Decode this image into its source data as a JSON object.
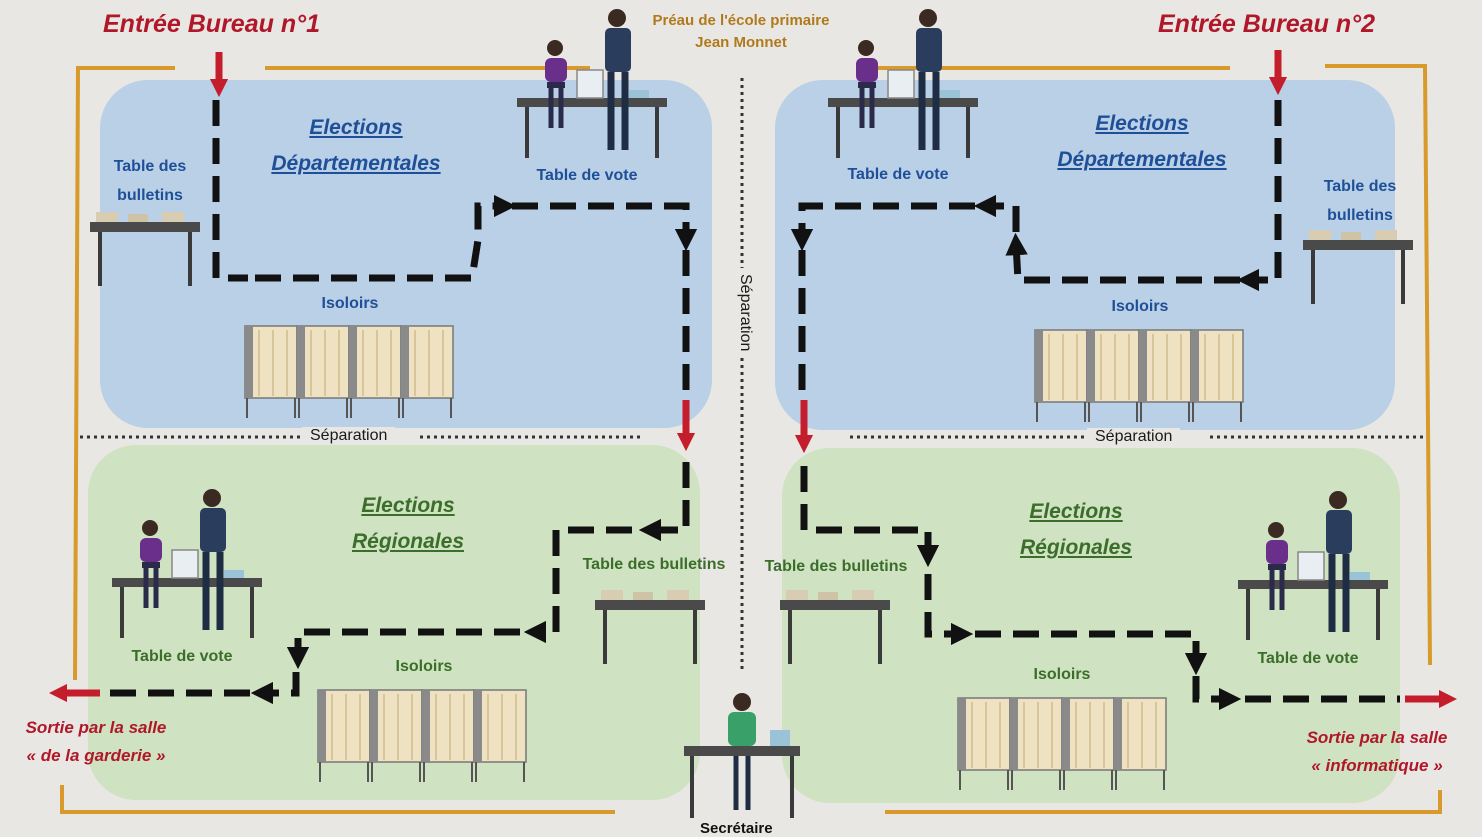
{
  "header": {
    "line1": "Préau de l'école primaire",
    "line2": "Jean Monnet"
  },
  "entries": {
    "bureau1": "Entrée Bureau n°1",
    "bureau2": "Entrée Bureau n°2"
  },
  "bureau1": {
    "departementales": {
      "title_line1": "Elections",
      "title_line2": "Départementales",
      "ballot_table_line1": "Table des",
      "ballot_table_line2": "bulletins",
      "vote_table": "Table de vote",
      "booths": "Isoloirs"
    },
    "regionales": {
      "title_line1": "Elections",
      "title_line2": "Régionales",
      "ballot_table": "Table des bulletins",
      "vote_table": "Table de vote",
      "booths": "Isoloirs"
    },
    "exit_line1": "Sortie par la salle",
    "exit_line2": "« de la garderie »"
  },
  "bureau2": {
    "departementales": {
      "title_line1": "Elections",
      "title_line2": "Départementales",
      "ballot_table_line1": "Table des",
      "ballot_table_line2": "bulletins",
      "vote_table": "Table de vote",
      "booths": "Isoloirs"
    },
    "regionales": {
      "title_line1": "Elections",
      "title_line2": "Régionales",
      "ballot_table": "Table des bulletins",
      "vote_table": "Table de vote",
      "booths": "Isoloirs"
    },
    "exit_line1": "Sortie par la salle",
    "exit_line2": "« informatique »"
  },
  "separation": "Séparation",
  "secretary": "Secrétaire",
  "colors": {
    "entry_red": "#b0182a",
    "zone_blue": "#b9d0e6",
    "zone_green": "#cfe2c1",
    "wall_orange": "#d79a2b",
    "path_black": "#111111"
  }
}
